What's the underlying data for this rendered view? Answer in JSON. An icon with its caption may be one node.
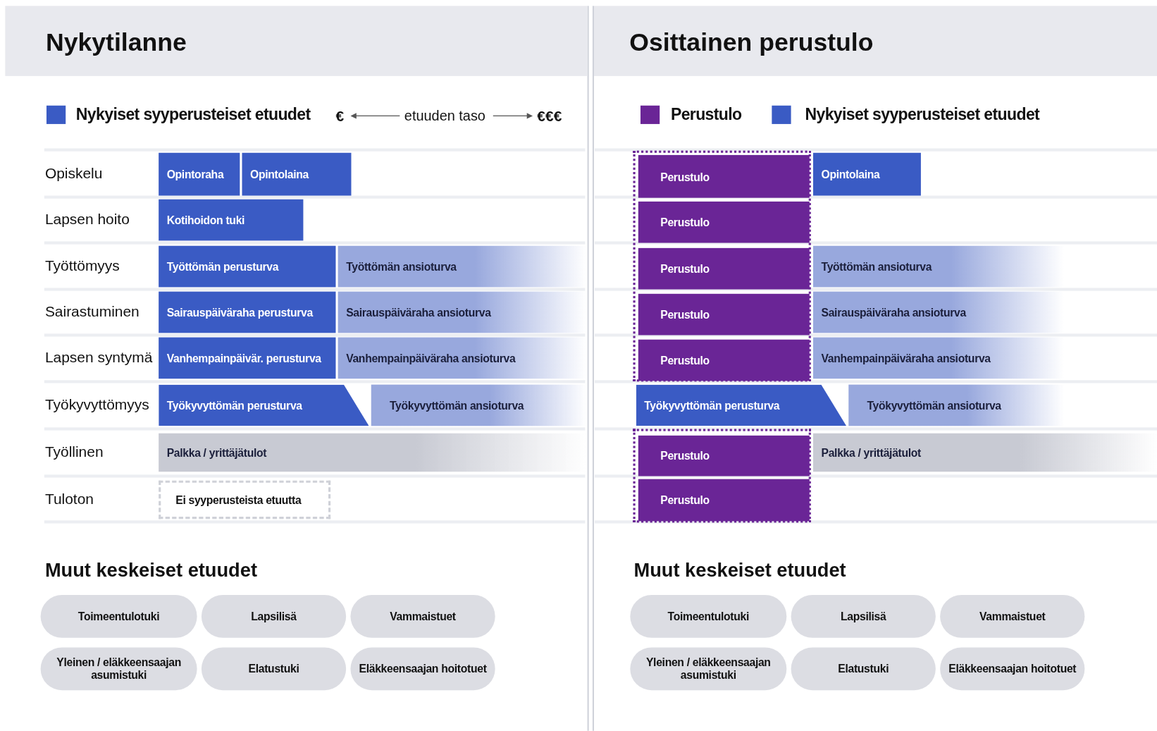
{
  "diagram": {
    "nodes": [
      {
        "text": [
          "Nykytilanne"
        ]
      },
      {
        "text": [
          "Opintoraha"
        ],
        "in": 0
      },
      {
        "text": [
          "Opintolaina"
        ],
        "in": 0
      },
      {
        "text": [
          "Kotihoidon tuki"
        ],
        "in": 0
      },
      {
        "text": [
          "Työttömän perusturva"
        ],
        "in": 0
      },
      {
        "text": [
          "Työttömän ansioturva"
        ],
        "in": 0
      },
      {
        "text": [
          "Sairauspäiväraha perusturva"
        ],
        "in": 0
      },
      {
        "text": [
          "Sairauspäiväraha ansioturva"
        ],
        "in": 0
      },
      {
        "text": [
          "Vanhempainpäivär. perusturva"
        ],
        "in": 0
      },
      {
        "text": [
          "Vanhempainpäiväraha ansioturva"
        ],
        "in": 0
      },
      {
        "text": [
          "Työkyvyttömän perusturva"
        ],
        "in": 0
      },
      {
        "text": [
          "Työkyvyttömän ansioturva"
        ],
        "in": 0
      },
      {
        "text": [
          "Palkka / yrittäjätulot"
        ],
        "in": 0
      },
      {
        "text": [
          "Ei syyperusteista etuutta"
        ],
        "in": 0
      },
      {
        "text": [
          "Toimeentulotuki"
        ],
        "in": 0
      },
      {
        "text": [
          "Lapsilisä"
        ],
        "in": 0
      },
      {
        "text": [
          "Vammaistuet"
        ],
        "in": 0
      },
      {
        "text": [
          "Yleinen / eläkkeensaajan asumistuki"
        ],
        "in": 0
      },
      {
        "text": [
          "Elatustuki"
        ],
        "in": 0
      },
      {
        "text": [
          "Eläkkeensaajan hoitotuet"
        ],
        "in": 0
      },
      {
        "text": [
          "Osittainen perustulo"
        ]
      },
      {
        "text": [],
        "shape": "box",
        "in": 20
      },
      {
        "text": [
          "Perustulo"
        ],
        "in": 21
      },
      {
        "text": [
          "Perustulo"
        ],
        "in": 21
      },
      {
        "text": [
          "Perustulo"
        ],
        "in": 21
      },
      {
        "text": [
          "Perustulo"
        ],
        "in": 21
      },
      {
        "text": [
          "Perustulo"
        ],
        "in": 21
      },
      {
        "text": [
          "Opintolaina"
        ],
        "in": 20
      },
      {
        "text": [
          "Työttömän ansioturva"
        ],
        "in": 20
      },
      {
        "text": [
          "Sairauspäiväraha ansioturva"
        ],
        "in": 20
      },
      {
        "text": [
          "Vanhempainpäiväraha ansioturva"
        ],
        "in": 20
      },
      {
        "text": [
          "Työkyvyttömän perusturva"
        ],
        "in": 20
      },
      {
        "text": [
          "Työkyvyttömän ansioturva"
        ],
        "in": 20
      },
      {
        "text": [],
        "shape": "box",
        "in": 20
      },
      {
        "text": [
          "Perustulo"
        ],
        "in": 33
      },
      {
        "text": [
          "Perustulo"
        ],
        "in": 33
      },
      {
        "text": [
          "Palkka / yrittäjätulot"
        ],
        "in": 20
      },
      {
        "text": [
          "Toimeentulotuki"
        ],
        "in": 20
      },
      {
        "text": [
          "Lapsilisä"
        ],
        "in": 20
      },
      {
        "text": [
          "Vammaistuet"
        ],
        "in": 20
      },
      {
        "text": [
          "Yleinen / eläkkeensaajan asumistuki"
        ],
        "in": 20
      },
      {
        "text": [
          "Elatustuki"
        ],
        "in": 20
      },
      {
        "text": [
          "Eläkkeensaajan hoitotuet"
        ],
        "in": 20
      }
    ],
    "labels": [
      "€",
      "etuuden taso",
      "€€€",
      "Opiskelu",
      "Lapsen hoito",
      "Työttömyys",
      "Sairastuminen",
      "Lapsen syntymä",
      "Työkyvyttömyys",
      "Työllinen",
      "Tuloton",
      "Muut keskeiset etuudet",
      "Muut keskeiset etuudet"
    ],
    "legend": [
      {
        "text": "Nykyiset syyperusteiset etuudet",
        "color": "#3a5bc4"
      },
      {
        "text": "Perustulo",
        "color": "#6a2596"
      },
      {
        "text": "Nykyiset syyperusteiset etuudet",
        "color": "#3a5bc4"
      }
    ]
  }
}
